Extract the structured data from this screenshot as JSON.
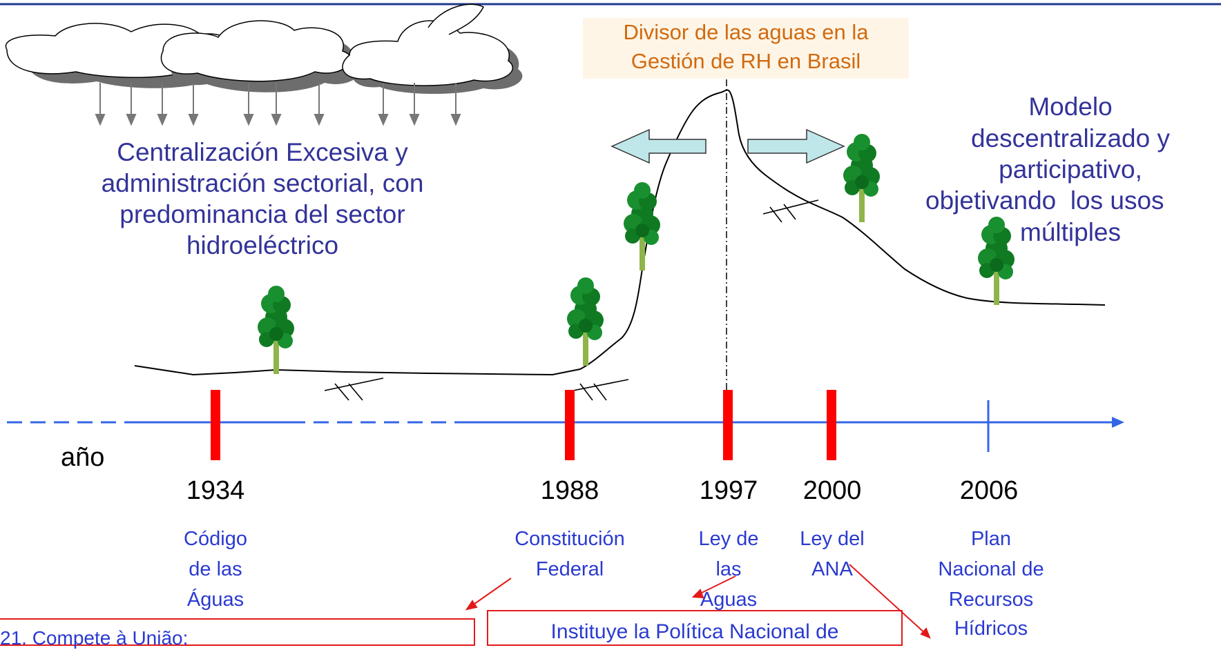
{
  "heading": {
    "line1": "Divisor de las aguas en la",
    "line2": "Gestión de RH en Brasil"
  },
  "left_text": {
    "line1": "Centralización Excesiva y",
    "line2": "administración sectorial, con",
    "line3": "predominancia del sector",
    "line4": "hidroeléctrico"
  },
  "right_text": {
    "line1": "Modelo",
    "line2": "descentralizado y",
    "line3": "participativo,",
    "line4": "objetivando  los usos",
    "line5": "múltiples"
  },
  "axis_label": "año",
  "years": [
    "1934",
    "1988",
    "1997",
    "2000",
    "2006"
  ],
  "events": [
    {
      "line1": "Código",
      "line2": "de las",
      "line3": "Águas"
    },
    {
      "line1": "Constitución",
      "line2": "Federal",
      "line3": ""
    },
    {
      "line1": "Ley de",
      "line2": "las",
      "line3": "Aguas"
    },
    {
      "line1": "Ley del",
      "line2": "ANA",
      "line3": ""
    },
    {
      "line1": "Plan",
      "line2": "Nacional de",
      "line3": "Recursos",
      "line4": "Hídricos"
    }
  ],
  "bottom_box_left": "21. Compete à União:",
  "bottom_box_center": "Instituye la Política Nacional de",
  "colors": {
    "accent_blue": "#3366e6",
    "milestone_red": "#ff0000",
    "heading_orange": "#d06a10",
    "text_navy": "#33339a"
  },
  "icons": [
    "cloud-icon",
    "rain-arrow-icon",
    "tree-icon",
    "double-arrow-icon"
  ]
}
